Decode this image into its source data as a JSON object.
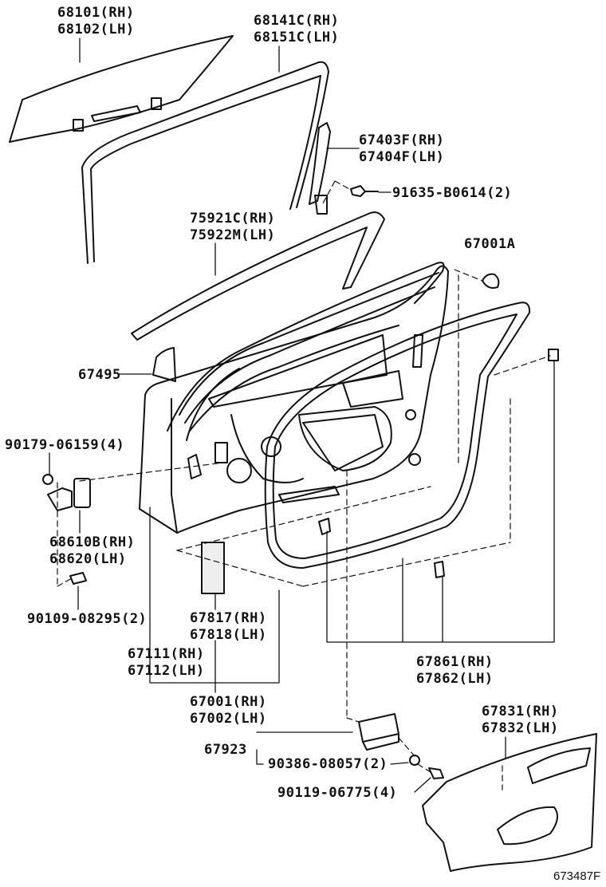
{
  "labels": {
    "glass": [
      "68101(RH)",
      "68102(LH)"
    ],
    "run_channel": [
      "68141C(RH)",
      "68151C(LH)"
    ],
    "division_bar": [
      "67403F(RH)",
      "67404F(LH)"
    ],
    "division_bolt": "91635-B0614(2)",
    "belt_moulding": [
      "75921C(RH)",
      "75922M(LH)"
    ],
    "clip_67001a": "67001A",
    "panel_67495": "67495",
    "bolt_90179": "90179-06159(4)",
    "check_assy": [
      "68610B(RH)",
      "68620(LH)"
    ],
    "bolt_90109": "90109-08295(2)",
    "sheet_67817": [
      "67817(RH)",
      "67818(LH)"
    ],
    "weatherstrip_67111": [
      "67111(RH)",
      "67112(LH)"
    ],
    "door_panel": [
      "67001(RH)",
      "67002(LH)"
    ],
    "weatherstrip_67861": [
      "67861(RH)",
      "67862(LH)"
    ],
    "trim_67831": [
      "67831(RH)",
      "67832(LH)"
    ],
    "bracket_67923": "67923",
    "screw_90386": "90386-08057(2)",
    "screw_90119": "90119-06775(4)",
    "diagram_code": "673487F"
  }
}
